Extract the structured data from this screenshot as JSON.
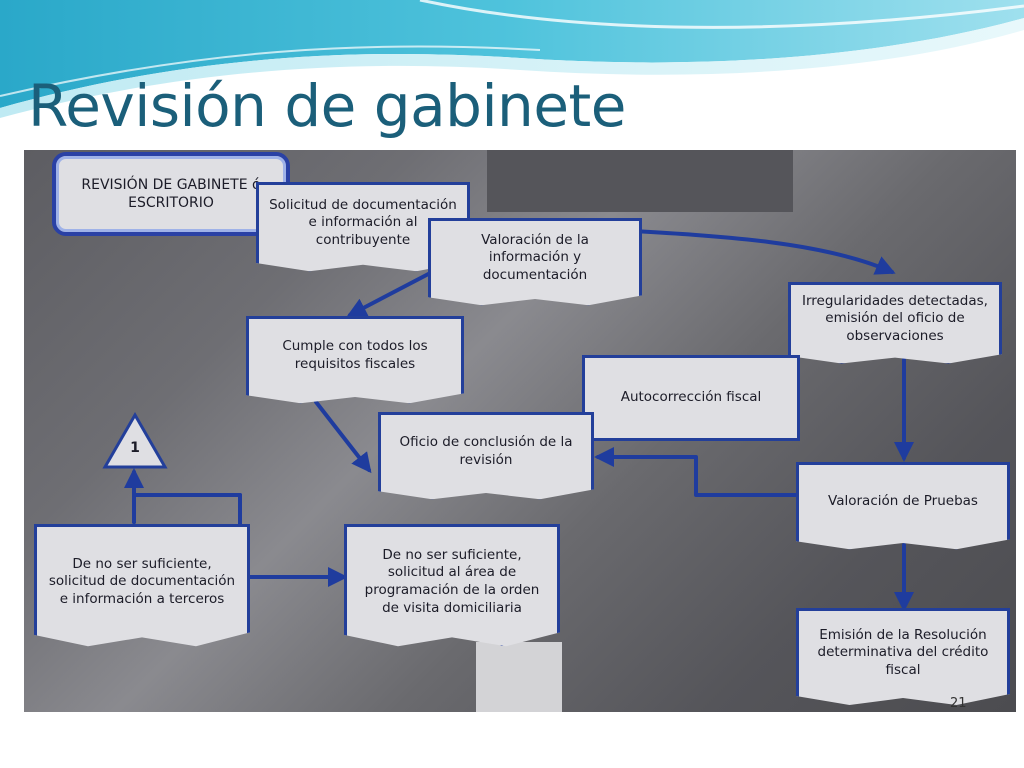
{
  "slide": {
    "title": "Revisión de gabinete",
    "page_number": "21"
  },
  "diagram": {
    "nodes": {
      "revision_gabinete": "REVISIÓN DE GABINETE ó ESCRITORIO",
      "solicitud_documentacion": "Solicitud de documentación e información al contribuyente",
      "valoracion_informacion": "Valoración de la información y documentación",
      "irregularidades": "Irregularidades detectadas, emisión del oficio de observaciones",
      "cumple_requisitos": "Cumple con todos  los requisitos fiscales",
      "autocorreccion": "Autocorrección fiscal",
      "oficio_conclusion": "Oficio de conclusión de la revisión",
      "valoracion_pruebas": "Valoración de Pruebas",
      "terceros": "De no ser suficiente, solicitud  de documentación e información a terceros",
      "visita_domiciliaria": "De no ser suficiente, solicitud  al área de programación de la orden de visita domiciliaria",
      "resolucion": "Emisión de la Resolución determinativa del crédito fiscal"
    },
    "connector_label": "1"
  },
  "colors": {
    "title": "#1b5f7a",
    "arrow": "#1f3c9e",
    "box_fill": "#dfdfe3",
    "box_border": "#233f9a"
  }
}
